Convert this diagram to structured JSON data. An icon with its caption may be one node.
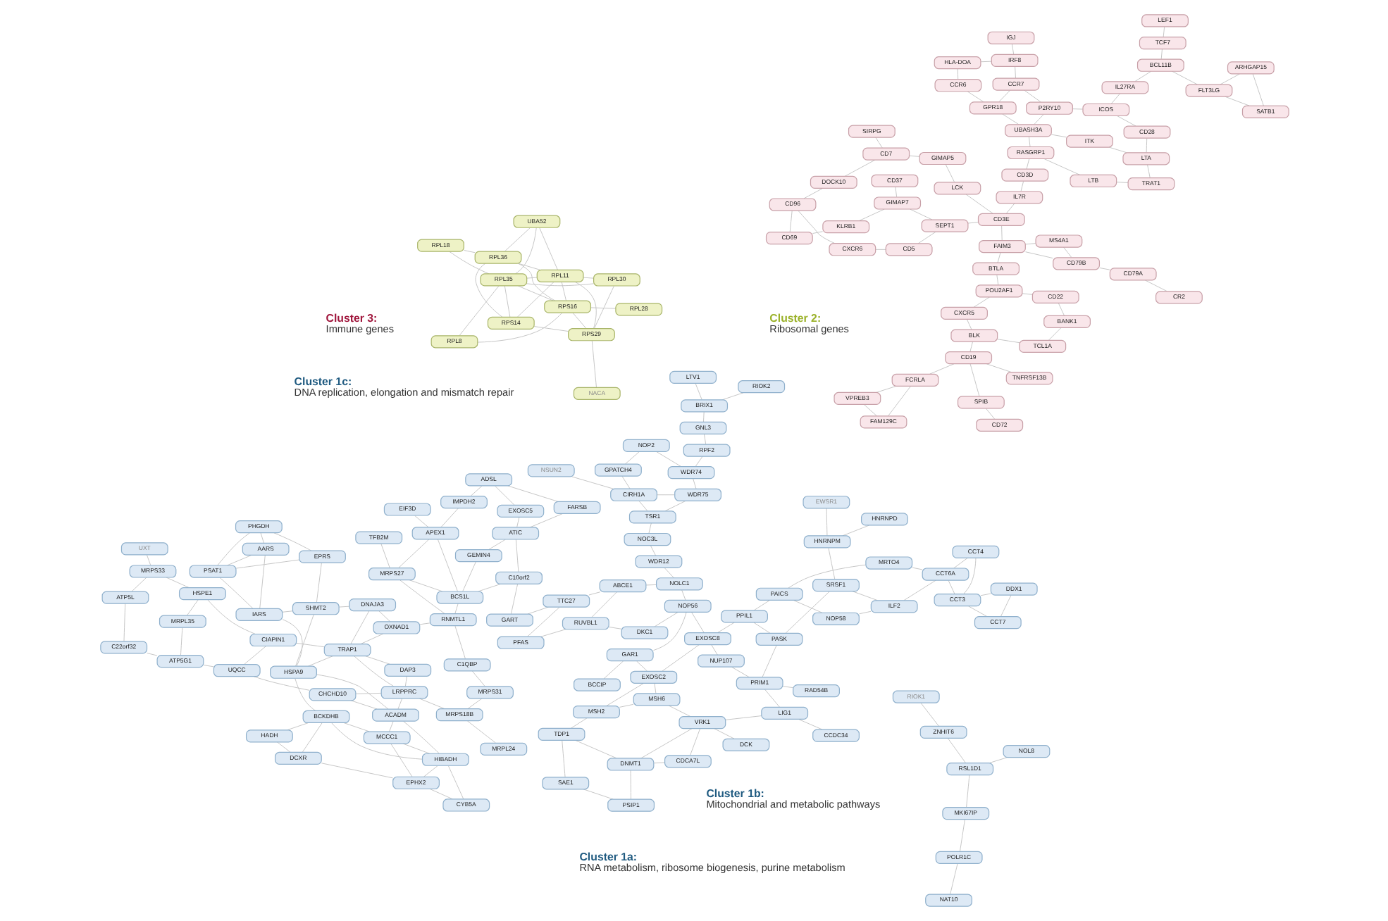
{
  "diagram": {
    "nodes": [
      {
        "text": [
          "SAE1"
        ]
      },
      {
        "text": [
          "PSIP1"
        ]
      },
      {
        "text": [
          "TDP1"
        ]
      },
      {
        "text": [
          "MSH2"
        ]
      },
      {
        "text": [
          "CDCA7L"
        ]
      },
      {
        "text": [
          "DNMT1"
        ]
      },
      {
        "text": [
          "MSH6"
        ]
      },
      {
        "text": [
          "EXOSC2"
        ]
      },
      {
        "text": [
          "DCK"
        ]
      },
      {
        "text": [
          "VRK1"
        ]
      },
      {
        "text": [
          "CCDC34"
        ]
      },
      {
        "text": [
          "LIG1"
        ]
      },
      {
        "text": [
          "NUP107"
        ]
      },
      {
        "text": [
          "EXOSC8"
        ]
      },
      {
        "text": [
          "PRIM1"
        ]
      },
      {
        "text": [
          "PPIL1"
        ]
      },
      {
        "text": [
          "RAD54B"
        ]
      },
      {
        "text": [
          "PASK"
        ]
      },
      {
        "text": [
          "SRSF1"
        ]
      },
      {
        "text": [
          "HNRNPD"
        ]
      },
      {
        "text": [
          "HNRNPM"
        ]
      },
      {
        "text": [
          "EWSR1"
        ]
      },
      {
        "text": [
          "RIOK1"
        ]
      },
      {
        "text": [
          "NOL8"
        ]
      },
      {
        "text": [
          "ZNHIT6"
        ]
      },
      {
        "text": [
          "RSL1D1"
        ]
      },
      {
        "text": [
          "MKI67IP"
        ]
      },
      {
        "text": [
          "POLR1C"
        ]
      },
      {
        "text": [
          "NAT10"
        ]
      },
      {
        "text": [
          "LTV1"
        ]
      },
      {
        "text": [
          "RIOK2"
        ]
      },
      {
        "text": [
          "GNL3"
        ]
      },
      {
        "text": [
          "RPF2"
        ]
      },
      {
        "text": [
          "NOP2"
        ]
      },
      {
        "text": [
          "GPATCH4"
        ]
      },
      {
        "text": [
          "BRIX1"
        ]
      },
      {
        "text": [
          "WDR74"
        ]
      },
      {
        "text": [
          "NSUN2"
        ]
      },
      {
        "text": [
          "CIRH1A"
        ]
      },
      {
        "text": [
          "BCCIP"
        ]
      },
      {
        "text": [
          "GAR1"
        ]
      },
      {
        "text": [
          "WDR75"
        ]
      },
      {
        "text": [
          "TSR1"
        ]
      },
      {
        "text": [
          "NOC3L"
        ]
      },
      {
        "text": [
          "NOP56"
        ]
      },
      {
        "text": [
          "NOLC1"
        ]
      },
      {
        "text": [
          "WDR12"
        ]
      },
      {
        "text": [
          "DKC1"
        ]
      },
      {
        "text": [
          "ABCE1"
        ]
      },
      {
        "text": [
          "RUVBL1"
        ]
      },
      {
        "text": [
          "PAICS"
        ]
      },
      {
        "text": [
          "MRTO4"
        ]
      },
      {
        "text": [
          "PFAS"
        ]
      },
      {
        "text": [
          "TTC27"
        ]
      },
      {
        "text": [
          "GART"
        ]
      },
      {
        "text": [
          "C10orf2"
        ]
      },
      {
        "text": [
          "NOP58"
        ]
      },
      {
        "text": [
          "ATIC"
        ]
      },
      {
        "text": [
          "ILF2"
        ]
      },
      {
        "text": [
          "CCT6A"
        ]
      },
      {
        "text": [
          "EXOSC5"
        ]
      },
      {
        "text": [
          "GEMIN4"
        ]
      },
      {
        "text": [
          "FARSB"
        ]
      },
      {
        "text": [
          "CCT4"
        ]
      },
      {
        "text": [
          "CCT3"
        ]
      },
      {
        "text": [
          "ADSL"
        ]
      },
      {
        "text": [
          "BCS1L"
        ]
      },
      {
        "text": [
          "APEX1"
        ]
      },
      {
        "text": [
          "DDX1"
        ]
      },
      {
        "text": [
          "IMPDH2"
        ]
      },
      {
        "text": [
          "EIF3D"
        ]
      },
      {
        "text": [
          "CCT7"
        ]
      },
      {
        "text": [
          "OXNAD1"
        ]
      },
      {
        "text": [
          "RNMTL1"
        ]
      },
      {
        "text": [
          "DNAJA3"
        ]
      },
      {
        "text": [
          "MRPS27"
        ]
      },
      {
        "text": [
          "TFB2M"
        ]
      },
      {
        "text": [
          "C1QBP"
        ]
      },
      {
        "text": [
          "DAP3"
        ]
      },
      {
        "text": [
          "MRPS31"
        ]
      },
      {
        "text": [
          "MRPL24"
        ]
      },
      {
        "text": [
          "MRPS18B"
        ]
      },
      {
        "text": [
          "TRAP1"
        ]
      },
      {
        "text": [
          "LRPPRC"
        ]
      },
      {
        "text": [
          "HSPE1"
        ]
      },
      {
        "text": [
          "CIAPIN1"
        ]
      },
      {
        "text": [
          "MRPL35"
        ]
      },
      {
        "text": [
          "MRPS33"
        ]
      },
      {
        "text": [
          "ATP5G1"
        ]
      },
      {
        "text": [
          "UQCC"
        ]
      },
      {
        "text": [
          "CHCHD10"
        ]
      },
      {
        "text": [
          "UXT"
        ]
      },
      {
        "text": [
          "ATP5L"
        ]
      },
      {
        "text": [
          "C22orf32"
        ]
      },
      {
        "text": [
          "EPRS"
        ]
      },
      {
        "text": [
          "PHGDH"
        ]
      },
      {
        "text": [
          "PSAT1"
        ]
      },
      {
        "text": [
          "AARS"
        ]
      },
      {
        "text": [
          "SHMT2"
        ]
      },
      {
        "text": [
          "IARS"
        ]
      },
      {
        "text": [
          "HSPA9"
        ]
      },
      {
        "text": [
          "BCKDHB"
        ]
      },
      {
        "text": [
          "MCCC1"
        ]
      },
      {
        "text": [
          "EPHX2"
        ]
      },
      {
        "text": [
          "ACADM"
        ]
      },
      {
        "text": [
          "HADH"
        ]
      },
      {
        "text": [
          "DCXR"
        ]
      },
      {
        "text": [
          "HIBADH"
        ]
      },
      {
        "text": [
          "CYB5A"
        ]
      },
      {
        "text": [
          "RPL18"
        ]
      },
      {
        "text": [
          "RPL30"
        ]
      },
      {
        "text": [
          "RPL8"
        ]
      },
      {
        "text": [
          "RPL35"
        ]
      },
      {
        "text": [
          "RPS16"
        ]
      },
      {
        "text": [
          "UBA52"
        ]
      },
      {
        "text": [
          "RPL11"
        ]
      },
      {
        "text": [
          "RPL28"
        ]
      },
      {
        "text": [
          "NACA"
        ]
      },
      {
        "text": [
          "RPS29"
        ]
      },
      {
        "text": [
          "RPL36"
        ]
      },
      {
        "text": [
          "RPS14"
        ]
      },
      {
        "text": [
          "VPREB3"
        ]
      },
      {
        "text": [
          "FAM129C"
        ]
      },
      {
        "text": [
          "TNFRSF13B"
        ]
      },
      {
        "text": [
          "FCRLA"
        ]
      },
      {
        "text": [
          "CD19"
        ]
      },
      {
        "text": [
          "SPIB"
        ]
      },
      {
        "text": [
          "TCL1A"
        ]
      },
      {
        "text": [
          "BLK"
        ]
      },
      {
        "text": [
          "CD72"
        ]
      },
      {
        "text": [
          "BANK1"
        ]
      },
      {
        "text": [
          "CXCR5"
        ]
      },
      {
        "text": [
          "KLRB1"
        ]
      },
      {
        "text": [
          "CD22"
        ]
      },
      {
        "text": [
          "CD37"
        ]
      },
      {
        "text": [
          "GIMAP7"
        ]
      },
      {
        "text": [
          "CD69"
        ]
      },
      {
        "text": [
          "CR2"
        ]
      },
      {
        "text": [
          "POU2AF1"
        ]
      },
      {
        "text": [
          "SEPT1"
        ]
      },
      {
        "text": [
          "CD5"
        ]
      },
      {
        "text": [
          "CXCR6"
        ]
      },
      {
        "text": [
          "CD96"
        ]
      },
      {
        "text": [
          "MS4A1"
        ]
      },
      {
        "text": [
          "BTLA"
        ]
      },
      {
        "text": [
          "DOCK10"
        ]
      },
      {
        "text": [
          "CD79A"
        ]
      },
      {
        "text": [
          "FAIM3"
        ]
      },
      {
        "text": [
          "CD3E"
        ]
      },
      {
        "text": [
          "LCK"
        ]
      },
      {
        "text": [
          "GIMAP5"
        ]
      },
      {
        "text": [
          "CD79B"
        ]
      },
      {
        "text": [
          "CD7"
        ]
      },
      {
        "text": [
          "IL7R"
        ]
      },
      {
        "text": [
          "SIRPG"
        ]
      },
      {
        "text": [
          "CD3D"
        ]
      },
      {
        "text": [
          "RASGRP1"
        ]
      },
      {
        "text": [
          "LTB"
        ]
      },
      {
        "text": [
          "TRAT1"
        ]
      },
      {
        "text": [
          "HLA-DOA"
        ]
      },
      {
        "text": [
          "CCR6"
        ]
      },
      {
        "text": [
          "GPR18"
        ]
      },
      {
        "text": [
          "UBASH3A"
        ]
      },
      {
        "text": [
          "ITK"
        ]
      },
      {
        "text": [
          "LTA"
        ]
      },
      {
        "text": [
          "CCR7"
        ]
      },
      {
        "text": [
          "P2RY10"
        ]
      },
      {
        "text": [
          "ICOS"
        ]
      },
      {
        "text": [
          "CD28"
        ]
      },
      {
        "text": [
          "IRF8"
        ]
      },
      {
        "text": [
          "IL27RA"
        ]
      },
      {
        "text": [
          "BCL11B"
        ]
      },
      {
        "text": [
          "FLT3LG"
        ]
      },
      {
        "text": [
          "ARHGAP15"
        ]
      },
      {
        "text": [
          "IGJ"
        ]
      },
      {
        "text": [
          "TCF7"
        ]
      },
      {
        "text": [
          "SATB1"
        ]
      },
      {
        "text": [
          "LEF1"
        ]
      }
    ],
    "edges": [
      {
        "from": 110,
        "to": 115,
        "arrow": "none"
      },
      {
        "from": 110,
        "to": 118,
        "arrow": "none"
      },
      {
        "from": 110,
        "to": 112,
        "arrow": "none"
      },
      {
        "from": 109,
        "to": 112,
        "arrow": "none"
      },
      {
        "from": 109,
        "to": 119,
        "arrow": "none"
      },
      {
        "from": 111,
        "to": 113,
        "arrow": "none"
      },
      {
        "from": 111,
        "to": 112,
        "arrow": "none"
      },
      {
        "from": 112,
        "to": 113,
        "arrow": "none"
      },
      {
        "from": 112,
        "to": 115,
        "arrow": "none"
      },
      {
        "from": 112,
        "to": 120,
        "arrow": "none"
      },
      {
        "from": 113,
        "to": 115,
        "arrow": "none"
      },
      {
        "from": 113,
        "to": 116,
        "arrow": "none"
      },
      {
        "from": 113,
        "to": 119,
        "arrow": "none"
      },
      {
        "from": 113,
        "to": 118,
        "arrow": "none"
      },
      {
        "from": 114,
        "to": 115,
        "arrow": "none"
      },
      {
        "from": 114,
        "to": 112,
        "arrow": "none"
      },
      {
        "from": 114,
        "to": 119,
        "arrow": "none"
      },
      {
        "from": 117,
        "to": 118,
        "arrow": "none"
      },
      {
        "from": 115,
        "to": 118,
        "arrow": "none"
      },
      {
        "from": 115,
        "to": 120,
        "arrow": "none"
      },
      {
        "from": 115,
        "to": 119,
        "arrow": "none"
      },
      {
        "from": 118,
        "to": 120,
        "arrow": "none"
      },
      {
        "from": 119,
        "to": 120,
        "arrow": "none"
      },
      {
        "from": 94,
        "to": 95,
        "arrow": "none"
      },
      {
        "from": 94,
        "to": 96,
        "arrow": "none"
      },
      {
        "from": 94,
        "to": 98,
        "arrow": "none"
      },
      {
        "from": 95,
        "to": 96,
        "arrow": "none"
      },
      {
        "from": 95,
        "to": 97,
        "arrow": "none"
      },
      {
        "from": 96,
        "to": 97,
        "arrow": "none"
      },
      {
        "from": 96,
        "to": 99,
        "arrow": "none"
      },
      {
        "from": 97,
        "to": 99,
        "arrow": "none"
      },
      {
        "from": 98,
        "to": 99,
        "arrow": "none"
      },
      {
        "from": 98,
        "to": 100,
        "arrow": "none"
      },
      {
        "from": 99,
        "to": 100,
        "arrow": "none"
      },
      {
        "from": 100,
        "to": 101,
        "arrow": "none"
      },
      {
        "from": 100,
        "to": 82,
        "arrow": "none"
      },
      {
        "from": 100,
        "to": 104,
        "arrow": "none"
      },
      {
        "from": 101,
        "to": 102,
        "arrow": "none"
      },
      {
        "from": 101,
        "to": 105,
        "arrow": "none"
      },
      {
        "from": 101,
        "to": 107,
        "arrow": "none"
      },
      {
        "from": 101,
        "to": 106,
        "arrow": "none"
      },
      {
        "from": 102,
        "to": 104,
        "arrow": "none"
      },
      {
        "from": 102,
        "to": 107,
        "arrow": "none"
      },
      {
        "from": 102,
        "to": 103,
        "arrow": "none"
      },
      {
        "from": 103,
        "to": 106,
        "arrow": "none"
      },
      {
        "from": 103,
        "to": 108,
        "arrow": "none"
      },
      {
        "from": 103,
        "to": 107,
        "arrow": "none"
      },
      {
        "from": 105,
        "to": 106,
        "arrow": "none"
      },
      {
        "from": 107,
        "to": 108,
        "arrow": "none"
      },
      {
        "from": 104,
        "to": 90,
        "arrow": "none"
      },
      {
        "from": 104,
        "to": 107,
        "arrow": "none"
      },
      {
        "from": 72,
        "to": 73,
        "arrow": "none"
      },
      {
        "from": 72,
        "to": 82,
        "arrow": "none"
      },
      {
        "from": 72,
        "to": 74,
        "arrow": "none"
      },
      {
        "from": 73,
        "to": 75,
        "arrow": "none"
      },
      {
        "from": 73,
        "to": 77,
        "arrow": "none"
      },
      {
        "from": 74,
        "to": 98,
        "arrow": "none"
      },
      {
        "from": 74,
        "to": 82,
        "arrow": "none"
      },
      {
        "from": 78,
        "to": 82,
        "arrow": "none"
      },
      {
        "from": 78,
        "to": 83,
        "arrow": "none"
      },
      {
        "from": 77,
        "to": 79,
        "arrow": "none"
      },
      {
        "from": 79,
        "to": 81,
        "arrow": "none"
      },
      {
        "from": 80,
        "to": 81,
        "arrow": "none"
      },
      {
        "from": 81,
        "to": 83,
        "arrow": "none"
      },
      {
        "from": 82,
        "to": 83,
        "arrow": "none"
      },
      {
        "from": 82,
        "to": 85,
        "arrow": "none"
      },
      {
        "from": 84,
        "to": 85,
        "arrow": "none"
      },
      {
        "from": 84,
        "to": 87,
        "arrow": "none"
      },
      {
        "from": 84,
        "to": 86,
        "arrow": "none"
      },
      {
        "from": 85,
        "to": 89,
        "arrow": "none"
      },
      {
        "from": 86,
        "to": 88,
        "arrow": "none"
      },
      {
        "from": 87,
        "to": 91,
        "arrow": "none"
      },
      {
        "from": 87,
        "to": 92,
        "arrow": "none"
      },
      {
        "from": 88,
        "to": 93,
        "arrow": "none"
      },
      {
        "from": 88,
        "to": 89,
        "arrow": "none"
      },
      {
        "from": 89,
        "to": 90,
        "arrow": "none"
      },
      {
        "from": 92,
        "to": 93,
        "arrow": "none"
      },
      {
        "from": 66,
        "to": 73,
        "arrow": "none"
      },
      {
        "from": 66,
        "to": 75,
        "arrow": "none"
      },
      {
        "from": 61,
        "to": 66,
        "arrow": "none"
      },
      {
        "from": 55,
        "to": 66,
        "arrow": "none"
      },
      {
        "from": 67,
        "to": 75,
        "arrow": "none"
      },
      {
        "from": 76,
        "to": 75,
        "arrow": "none"
      },
      {
        "from": 83,
        "to": 90,
        "arrow": "none"
      },
      {
        "from": 83,
        "to": 104,
        "arrow": "none"
      },
      {
        "from": 22,
        "to": 24,
        "arrow": "none"
      },
      {
        "from": 23,
        "to": 25,
        "arrow": "none"
      },
      {
        "from": 24,
        "to": 25,
        "arrow": "none"
      },
      {
        "from": 25,
        "to": 26,
        "arrow": "none"
      },
      {
        "from": 26,
        "to": 27,
        "arrow": "none"
      },
      {
        "from": 27,
        "to": 28,
        "arrow": "none"
      },
      {
        "from": 29,
        "to": 35,
        "arrow": "none"
      },
      {
        "from": 30,
        "to": 35,
        "arrow": "none"
      },
      {
        "from": 31,
        "to": 32,
        "arrow": "none"
      },
      {
        "from": 31,
        "to": 35,
        "arrow": "none"
      },
      {
        "from": 32,
        "to": 36,
        "arrow": "none"
      },
      {
        "from": 33,
        "to": 36,
        "arrow": "none"
      },
      {
        "from": 33,
        "to": 34,
        "arrow": "none"
      },
      {
        "from": 34,
        "to": 38,
        "arrow": "none"
      },
      {
        "from": 36,
        "to": 41,
        "arrow": "none"
      },
      {
        "from": 38,
        "to": 41,
        "arrow": "none"
      },
      {
        "from": 38,
        "to": 42,
        "arrow": "none"
      },
      {
        "from": 41,
        "to": 42,
        "arrow": "none"
      },
      {
        "from": 42,
        "to": 43,
        "arrow": "none"
      },
      {
        "from": 39,
        "to": 40,
        "arrow": "none"
      },
      {
        "from": 40,
        "to": 44,
        "arrow": "none"
      },
      {
        "from": 44,
        "to": 45,
        "arrow": "none"
      },
      {
        "from": 45,
        "to": 46,
        "arrow": "none"
      },
      {
        "from": 46,
        "to": 43,
        "arrow": "none"
      },
      {
        "from": 47,
        "to": 49,
        "arrow": "none"
      },
      {
        "from": 48,
        "to": 49,
        "arrow": "none"
      },
      {
        "from": 48,
        "to": 53,
        "arrow": "none"
      },
      {
        "from": 49,
        "to": 52,
        "arrow": "none"
      },
      {
        "from": 50,
        "to": 51,
        "arrow": "none"
      },
      {
        "from": 52,
        "to": 53,
        "arrow": "none"
      },
      {
        "from": 53,
        "to": 54,
        "arrow": "none"
      },
      {
        "from": 54,
        "to": 55,
        "arrow": "none"
      },
      {
        "from": 55,
        "to": 57,
        "arrow": "none"
      },
      {
        "from": 56,
        "to": 58,
        "arrow": "none"
      },
      {
        "from": 50,
        "to": 56,
        "arrow": "none"
      },
      {
        "from": 58,
        "to": 59,
        "arrow": "none"
      },
      {
        "from": 59,
        "to": 63,
        "arrow": "none"
      },
      {
        "from": 59,
        "to": 64,
        "arrow": "none"
      },
      {
        "from": 63,
        "to": 64,
        "arrow": "none"
      },
      {
        "from": 64,
        "to": 71,
        "arrow": "none"
      },
      {
        "from": 64,
        "to": 68,
        "arrow": "none"
      },
      {
        "from": 68,
        "to": 71,
        "arrow": "none"
      },
      {
        "from": 60,
        "to": 65,
        "arrow": "none"
      },
      {
        "from": 62,
        "to": 65,
        "arrow": "none"
      },
      {
        "from": 65,
        "to": 69,
        "arrow": "none"
      },
      {
        "from": 57,
        "to": 62,
        "arrow": "none"
      },
      {
        "from": 57,
        "to": 60,
        "arrow": "none"
      },
      {
        "from": 61,
        "to": 57,
        "arrow": "none"
      },
      {
        "from": 67,
        "to": 69,
        "arrow": "none"
      },
      {
        "from": 67,
        "to": 70,
        "arrow": "none"
      },
      {
        "from": 66,
        "to": 67,
        "arrow": "none"
      },
      {
        "from": 51,
        "to": 59,
        "arrow": "none"
      },
      {
        "from": 44,
        "to": 47,
        "arrow": "none"
      },
      {
        "from": 45,
        "to": 48,
        "arrow": "none"
      },
      {
        "from": 37,
        "to": 38,
        "arrow": "none"
      },
      {
        "from": 0,
        "to": 1,
        "arrow": "none"
      },
      {
        "from": 0,
        "to": 2,
        "arrow": "none"
      },
      {
        "from": 1,
        "to": 5,
        "arrow": "none"
      },
      {
        "from": 2,
        "to": 3,
        "arrow": "none"
      },
      {
        "from": 2,
        "to": 5,
        "arrow": "none"
      },
      {
        "from": 3,
        "to": 6,
        "arrow": "none"
      },
      {
        "from": 3,
        "to": 7,
        "arrow": "none"
      },
      {
        "from": 4,
        "to": 5,
        "arrow": "none"
      },
      {
        "from": 4,
        "to": 9,
        "arrow": "none"
      },
      {
        "from": 5,
        "to": 9,
        "arrow": "none"
      },
      {
        "from": 6,
        "to": 9,
        "arrow": "none"
      },
      {
        "from": 6,
        "to": 7,
        "arrow": "none"
      },
      {
        "from": 7,
        "to": 13,
        "arrow": "none"
      },
      {
        "from": 8,
        "to": 9,
        "arrow": "none"
      },
      {
        "from": 9,
        "to": 11,
        "arrow": "none"
      },
      {
        "from": 10,
        "to": 11,
        "arrow": "none"
      },
      {
        "from": 11,
        "to": 14,
        "arrow": "none"
      },
      {
        "from": 12,
        "to": 14,
        "arrow": "none"
      },
      {
        "from": 12,
        "to": 13,
        "arrow": "none"
      },
      {
        "from": 13,
        "to": 15,
        "arrow": "none"
      },
      {
        "from": 14,
        "to": 17,
        "arrow": "none"
      },
      {
        "from": 15,
        "to": 17,
        "arrow": "none"
      },
      {
        "from": 16,
        "to": 14,
        "arrow": "none"
      },
      {
        "from": 17,
        "to": 18,
        "arrow": "none"
      },
      {
        "from": 18,
        "to": 20,
        "arrow": "none"
      },
      {
        "from": 19,
        "to": 20,
        "arrow": "none"
      },
      {
        "from": 20,
        "to": 21,
        "arrow": "none"
      },
      {
        "from": 15,
        "to": 50,
        "arrow": "none"
      },
      {
        "from": 13,
        "to": 44,
        "arrow": "none"
      },
      {
        "from": 7,
        "to": 40,
        "arrow": "none"
      },
      {
        "from": 18,
        "to": 58,
        "arrow": "none"
      },
      {
        "from": 121,
        "to": 122,
        "arrow": "none"
      },
      {
        "from": 121,
        "to": 124,
        "arrow": "none"
      },
      {
        "from": 122,
        "to": 124,
        "arrow": "none"
      },
      {
        "from": 123,
        "to": 125,
        "arrow": "none"
      },
      {
        "from": 124,
        "to": 125,
        "arrow": "none"
      },
      {
        "from": 125,
        "to": 128,
        "arrow": "none"
      },
      {
        "from": 126,
        "to": 129,
        "arrow": "none"
      },
      {
        "from": 125,
        "to": 126,
        "arrow": "none"
      },
      {
        "from": 127,
        "to": 130,
        "arrow": "none"
      },
      {
        "from": 127,
        "to": 128,
        "arrow": "none"
      },
      {
        "from": 128,
        "to": 131,
        "arrow": "none"
      },
      {
        "from": 130,
        "to": 133,
        "arrow": "none"
      },
      {
        "from": 131,
        "to": 138,
        "arrow": "none"
      },
      {
        "from": 133,
        "to": 138,
        "arrow": "none"
      },
      {
        "from": 137,
        "to": 146,
        "arrow": "none"
      },
      {
        "from": 143,
        "to": 147,
        "arrow": "none"
      },
      {
        "from": 146,
        "to": 151,
        "arrow": "none"
      },
      {
        "from": 138,
        "to": 144,
        "arrow": "none"
      },
      {
        "from": 144,
        "to": 147,
        "arrow": "none"
      },
      {
        "from": 134,
        "to": 135,
        "arrow": "none"
      },
      {
        "from": 132,
        "to": 135,
        "arrow": "none"
      },
      {
        "from": 132,
        "to": 136,
        "arrow": "none"
      },
      {
        "from": 135,
        "to": 139,
        "arrow": "none"
      },
      {
        "from": 139,
        "to": 140,
        "arrow": "none"
      },
      {
        "from": 140,
        "to": 141,
        "arrow": "none"
      },
      {
        "from": 141,
        "to": 142,
        "arrow": "none"
      },
      {
        "from": 136,
        "to": 142,
        "arrow": "none"
      },
      {
        "from": 142,
        "to": 145,
        "arrow": "none"
      },
      {
        "from": 145,
        "to": 152,
        "arrow": "none"
      },
      {
        "from": 148,
        "to": 149,
        "arrow": "none"
      },
      {
        "from": 149,
        "to": 150,
        "arrow": "none"
      },
      {
        "from": 150,
        "to": 152,
        "arrow": "none"
      },
      {
        "from": 152,
        "to": 154,
        "arrow": "none"
      },
      {
        "from": 153,
        "to": 155,
        "arrow": "none"
      },
      {
        "from": 155,
        "to": 156,
        "arrow": "none"
      },
      {
        "from": 156,
        "to": 157,
        "arrow": "none"
      },
      {
        "from": 157,
        "to": 158,
        "arrow": "none"
      },
      {
        "from": 159,
        "to": 160,
        "arrow": "none"
      },
      {
        "from": 160,
        "to": 161,
        "arrow": "none"
      },
      {
        "from": 161,
        "to": 162,
        "arrow": "none"
      },
      {
        "from": 162,
        "to": 163,
        "arrow": "none"
      },
      {
        "from": 163,
        "to": 164,
        "arrow": "none"
      },
      {
        "from": 165,
        "to": 166,
        "arrow": "none"
      },
      {
        "from": 166,
        "to": 167,
        "arrow": "none"
      },
      {
        "from": 164,
        "to": 168,
        "arrow": "none"
      },
      {
        "from": 167,
        "to": 168,
        "arrow": "none"
      },
      {
        "from": 169,
        "to": 174,
        "arrow": "none"
      },
      {
        "from": 169,
        "to": 159,
        "arrow": "none"
      },
      {
        "from": 170,
        "to": 171,
        "arrow": "none"
      },
      {
        "from": 171,
        "to": 172,
        "arrow": "none"
      },
      {
        "from": 172,
        "to": 176,
        "arrow": "none"
      },
      {
        "from": 173,
        "to": 176,
        "arrow": "none"
      },
      {
        "from": 171,
        "to": 175,
        "arrow": "none"
      },
      {
        "from": 175,
        "to": 177,
        "arrow": "none"
      },
      {
        "from": 153,
        "to": 148,
        "arrow": "none"
      },
      {
        "from": 147,
        "to": 148,
        "arrow": "none"
      },
      {
        "from": 151,
        "to": 147,
        "arrow": "none"
      },
      {
        "from": 143,
        "to": 151,
        "arrow": "none"
      },
      {
        "from": 162,
        "to": 166,
        "arrow": "none"
      },
      {
        "from": 158,
        "to": 164,
        "arrow": "none"
      },
      {
        "from": 156,
        "to": 162,
        "arrow": "none"
      },
      {
        "from": 161,
        "to": 165,
        "arrow": "none"
      },
      {
        "from": 170,
        "to": 167,
        "arrow": "none"
      },
      {
        "from": 172,
        "to": 173,
        "arrow": "none"
      },
      {
        "from": 165,
        "to": 169,
        "arrow": "none"
      },
      {
        "from": 139,
        "to": 148,
        "arrow": "none"
      }
    ],
    "labels": [
      "Cluster 1a:",
      "RNA metabolism, ribosome biogenesis, purine metabolism",
      "Cluster 2:",
      "Ribosomal genes",
      "Cluster 1c:",
      "DNA replication, elongation and mismatch repair",
      "Cluster 3:",
      "Immune genes",
      "Cluster 1b:",
      "Mitochondrial and metabolic pathways"
    ]
  }
}
